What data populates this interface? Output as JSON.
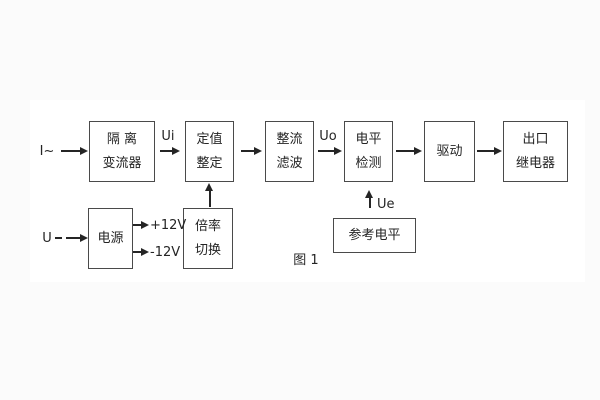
{
  "colors": {
    "line": "#4a4a4a",
    "stem": "#252525",
    "text": "#242424",
    "bg": "#fbfbfb",
    "page": "#ffffff"
  },
  "caption": "图 1",
  "inputs": {
    "current": "I~",
    "voltage": "U"
  },
  "signals": {
    "ui": "Ui",
    "uo": "Uo",
    "ue": "Ue",
    "plus12v": "+12V",
    "minus12v": "-12V"
  },
  "blocks": {
    "isolation": {
      "line1": "隔 离",
      "line2": "变流器"
    },
    "setting": {
      "line1": "定值",
      "line2": "整定"
    },
    "rectifier": {
      "line1": "整流",
      "line2": "滤波"
    },
    "level": {
      "line1": "电平",
      "line2": "检测"
    },
    "drive": {
      "line1": "驱动"
    },
    "output": {
      "line1": "出口",
      "line2": "继电器"
    },
    "power": {
      "line1": "电源"
    },
    "multiplier": {
      "line1": "倍率",
      "line2": "切换"
    },
    "reference": {
      "line1": "参考电平"
    }
  }
}
